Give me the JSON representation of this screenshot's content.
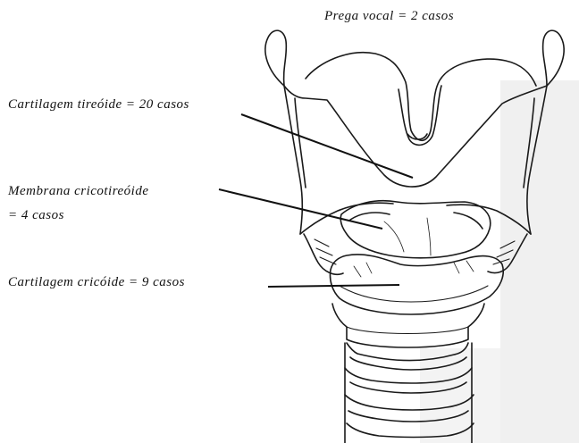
{
  "diagram": {
    "labels": {
      "prega_vocal": "Prega vocal = 2 casos",
      "cartilagem_tireoide": "Cartilagem tireóide = 20 casos",
      "membrana_cricotireoide_line1": "Membrana cricotireóide",
      "membrana_cricotireoide_line2": "= 4 casos",
      "cartilagem_cricoide": "Cartilagem cricóide = 9 casos"
    },
    "colors": {
      "ink": "#1a1a1a",
      "background": "#ffffff",
      "shade": "#e8e8e8"
    }
  }
}
